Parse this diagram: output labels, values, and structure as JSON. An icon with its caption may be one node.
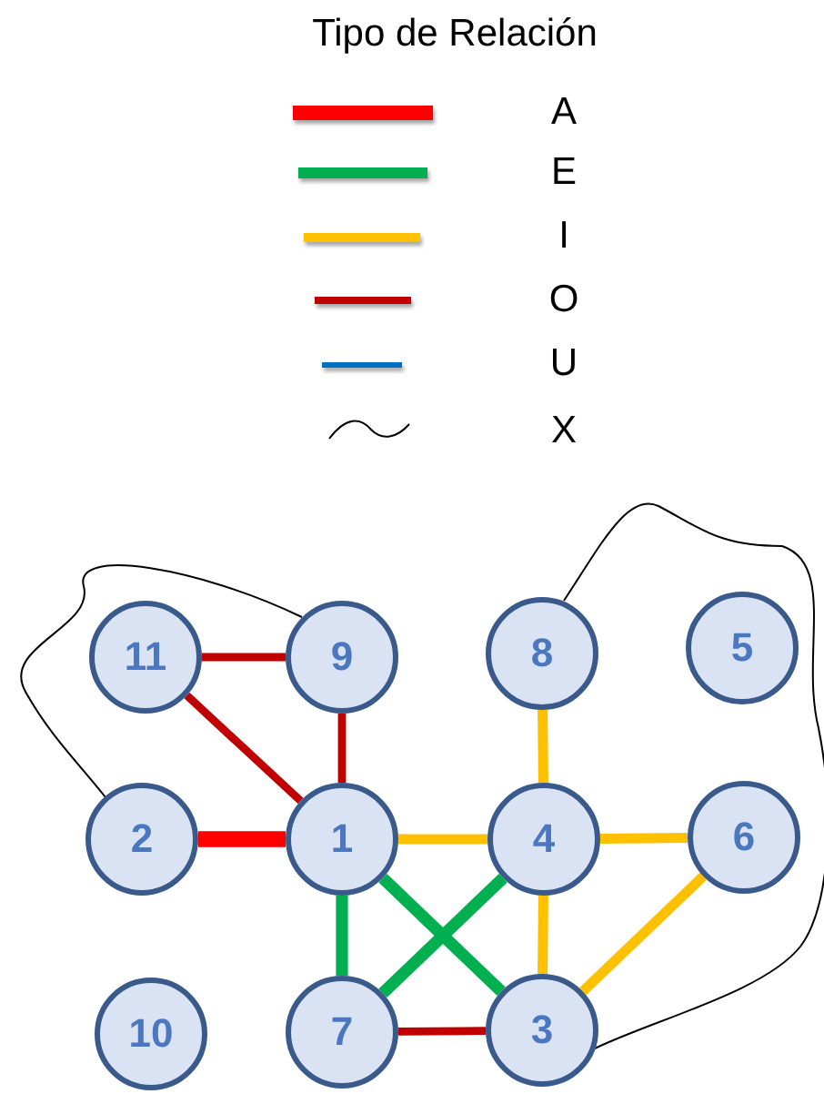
{
  "diagram": {
    "title": "Tipo de Relación",
    "nodes": [
      {
        "text": [
          "11"
        ]
      },
      {
        "text": [
          "9"
        ]
      },
      {
        "text": [
          "8"
        ]
      },
      {
        "text": [
          "5"
        ]
      },
      {
        "text": [
          "2"
        ]
      },
      {
        "text": [
          "1"
        ]
      },
      {
        "text": [
          "4"
        ]
      },
      {
        "text": [
          "6"
        ]
      },
      {
        "text": [
          "10"
        ]
      },
      {
        "text": [
          "7"
        ]
      },
      {
        "text": [
          "3"
        ]
      }
    ],
    "edges": [
      {
        "from": 0,
        "to": 1,
        "arrow": "none",
        "color": "#c00000"
      },
      {
        "from": 0,
        "to": 5,
        "arrow": "none",
        "color": "#c00000"
      },
      {
        "from": 1,
        "to": 5,
        "arrow": "none",
        "color": "#c00000"
      },
      {
        "from": 4,
        "to": 5,
        "arrow": "none",
        "color": "#ff0000"
      },
      {
        "from": 5,
        "to": 6,
        "arrow": "none",
        "color": "#ffc000"
      },
      {
        "from": 2,
        "to": 6,
        "arrow": "none",
        "color": "#ffc000"
      },
      {
        "from": 6,
        "to": 7,
        "arrow": "none",
        "color": "#ffc000"
      },
      {
        "from": 5,
        "to": 9,
        "arrow": "none",
        "color": "#00b050"
      },
      {
        "from": 5,
        "to": 10,
        "arrow": "none",
        "color": "#00b050"
      },
      {
        "from": 6,
        "to": 9,
        "arrow": "none",
        "color": "#00b050"
      },
      {
        "from": 6,
        "to": 10,
        "arrow": "none",
        "color": "#ffc000"
      },
      {
        "from": 7,
        "to": 10,
        "arrow": "none",
        "color": "#ffc000"
      },
      {
        "from": 9,
        "to": 10,
        "arrow": "none",
        "color": "#c00000"
      },
      {
        "from": 1,
        "to": 4,
        "arrow": "none",
        "color": "#000000"
      },
      {
        "from": 2,
        "to": 10,
        "arrow": "none",
        "color": "#000000"
      }
    ],
    "legend": [
      {
        "text": "A",
        "color": "#ff0000"
      },
      {
        "text": "E",
        "color": "#00b050"
      },
      {
        "text": "I",
        "color": "#ffc000"
      },
      {
        "text": "O",
        "color": "#c00000"
      },
      {
        "text": "U",
        "color": "#0070c0"
      },
      {
        "text": "X"
      }
    ]
  }
}
